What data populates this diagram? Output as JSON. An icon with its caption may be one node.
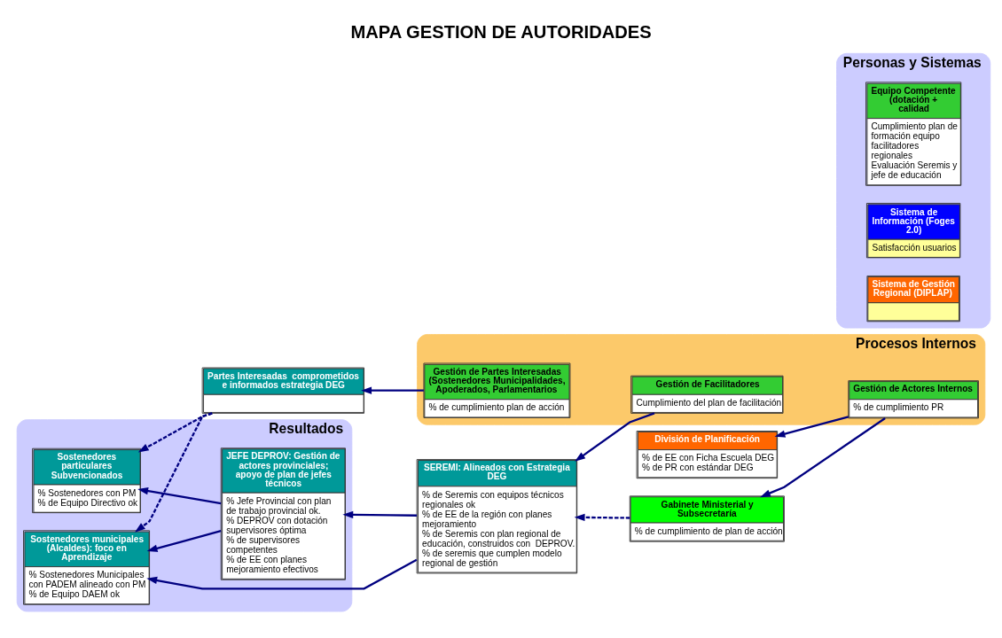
{
  "diagram": {
    "title": "MAPA GESTION DE AUTORIDADES",
    "nodes": [
      {
        "text": [
          "Resultados"
        ]
      },
      {
        "text": [
          "JEFE DEPROV: Gestión de actores provinciales; apoyo de plan de jefes técnicos",
          "% Jefe Provincial con plan de trabajo provincial ok.",
          "% DEPROV con dotación supervisores óptima",
          "% de supervisores competentes",
          "% de EE con planes mejoramiento efectivos"
        ],
        "in": 0
      },
      {
        "text": [
          "Sostenedores municipales (Alcaldes): foco en Aprendizaje",
          "% Sostenedores Municipales con PADEM alineado con PM",
          "% de Equipo DAEM ok"
        ],
        "in": 0
      },
      {
        "text": [
          "Sostenedores particulares Subvencionados",
          "% Sostenedores con PM",
          "% de Equipo Directivo ok"
        ],
        "in": 0
      },
      {
        "text": [
          "División de Planificación",
          "% de EE con Ficha Escuela DEG",
          "% de PR con estándar DEG"
        ]
      },
      {
        "text": [
          "Gabinete Ministerial y Subsecretaría",
          "% de cumplimiento de plan de acción"
        ]
      },
      {
        "text": [
          "SEREMI: Alineados con Estrategia DEG",
          "% de Seremis con equipos técnicos regionales ok",
          "% de EE de la región con planes mejoramiento",
          "% de Seremis con plan regional de educación, construidos con  DEPROV.",
          "% de seremis que cumplen modelo regional de gestión"
        ]
      },
      {
        "text": [
          "Partes Interesadas  comprometidos e informados estrategia DEG"
        ]
      },
      {
        "text": [
          "Procesos Internos"
        ]
      },
      {
        "text": [
          "Gestión de Actores Internos",
          "% de cumplimiento PR"
        ],
        "in": 8
      },
      {
        "text": [
          "Gestión de Facilitadores",
          "Cumplimiento del plan de facilitación"
        ],
        "in": 8
      },
      {
        "text": [
          "Gestión de Partes Interesadas (Sostenedores Municipalidades, Apoderados, Parlamentarios",
          "% de cumplimiento plan de acción"
        ],
        "in": 8
      },
      {
        "text": [
          "Personas y Sistemas"
        ]
      },
      {
        "text": [
          "Equipo Competente (dotación + calidad",
          "Cumplimiento plan de formación equipo facilitadores regionales",
          "Evaluación Seremis y jefe de educación"
        ],
        "in": 12
      },
      {
        "text": [
          "Sistema de Información (Foges 2.0)",
          "Satisfacción usuarios"
        ],
        "in": 12
      },
      {
        "text": [
          "Sistema de Gestión Regional (DIPLAP)"
        ],
        "in": 12
      }
    ],
    "edges": [
      {
        "from": 9,
        "to": 4,
        "arrow": "to"
      },
      {
        "from": 9,
        "to": 5,
        "arrow": "to"
      },
      {
        "from": 5,
        "to": 6,
        "arrow": "to",
        "style": "dashed"
      },
      {
        "from": 6,
        "to": 1,
        "arrow": "to"
      },
      {
        "from": 6,
        "to": 2,
        "arrow": "to"
      },
      {
        "from": 10,
        "to": 6,
        "arrow": "to"
      },
      {
        "from": 1,
        "to": 2,
        "arrow": "to"
      },
      {
        "from": 1,
        "to": 3,
        "arrow": "to"
      },
      {
        "from": 7,
        "to": 2,
        "arrow": "to",
        "style": "dashed"
      },
      {
        "from": 7,
        "to": 3,
        "arrow": "to",
        "style": "dashed"
      },
      {
        "from": 11,
        "to": 7,
        "arrow": "to"
      }
    ]
  }
}
